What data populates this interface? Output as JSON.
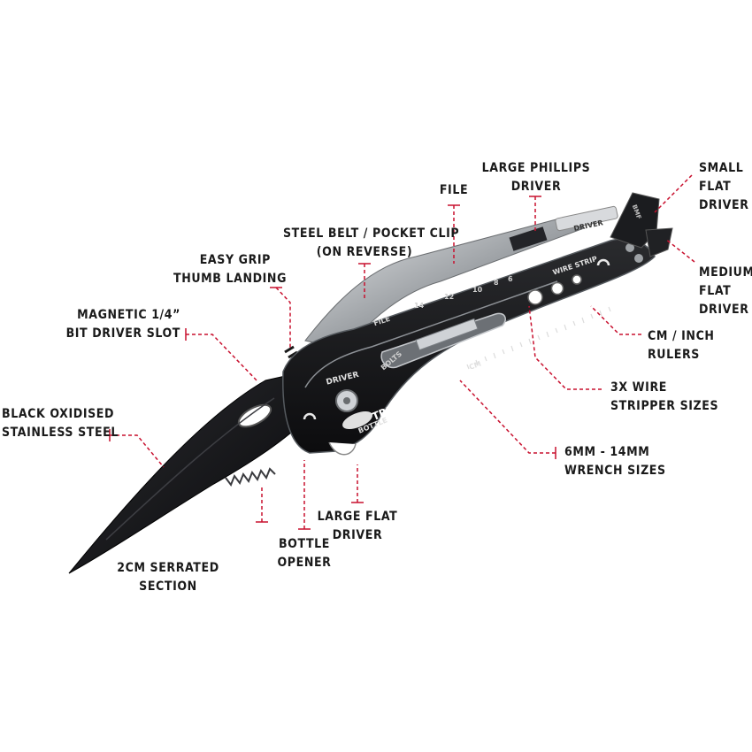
{
  "tool": {
    "brand": "TRUE",
    "engravings": {
      "driver_tab": "DRIVER",
      "wire_strip": "WIRE STRIP",
      "file": "FILE",
      "bolts": "BOLTS",
      "driver": "DRIVER",
      "bottle": "BOTTLE",
      "cm": "CM",
      "bmf": "BMF",
      "wrench_sizes": [
        "14",
        "12",
        "10",
        "8",
        "6"
      ]
    }
  },
  "colors": {
    "leader": "#c8102e",
    "label_text": "#1a1a1a",
    "tool_body": "#141416",
    "blade": "#0f0f12",
    "steel": "#b9bcc0"
  },
  "callouts": {
    "small_flat": [
      "SMALL",
      "FLAT",
      "DRIVER"
    ],
    "large_phillips": [
      "LARGE PHILLIPS",
      "DRIVER"
    ],
    "file": [
      "FILE"
    ],
    "belt_clip": [
      "STEEL BELT / POCKET CLIP",
      "(ON REVERSE)"
    ],
    "easy_grip": [
      "EASY GRIP",
      "THUMB LANDING"
    ],
    "magnetic": [
      "MAGNETIC 1/4”",
      "BIT DRIVER SLOT"
    ],
    "medium_flat": [
      "MEDIUM",
      "FLAT",
      "DRIVER"
    ],
    "rulers": [
      "CM / INCH",
      "RULERS"
    ],
    "stripper": [
      "3X WIRE",
      "STRIPPER SIZES"
    ],
    "oxidised": [
      "BLACK OXIDISED",
      "STAINLESS STEEL"
    ],
    "wrench": [
      "6MM - 14MM",
      "WRENCH SIZES"
    ],
    "large_flat": [
      "LARGE FLAT",
      "DRIVER"
    ],
    "bottle_opener": [
      "BOTTLE",
      "OPENER"
    ],
    "serrated": [
      "2CM SERRATED",
      "SECTION"
    ]
  }
}
